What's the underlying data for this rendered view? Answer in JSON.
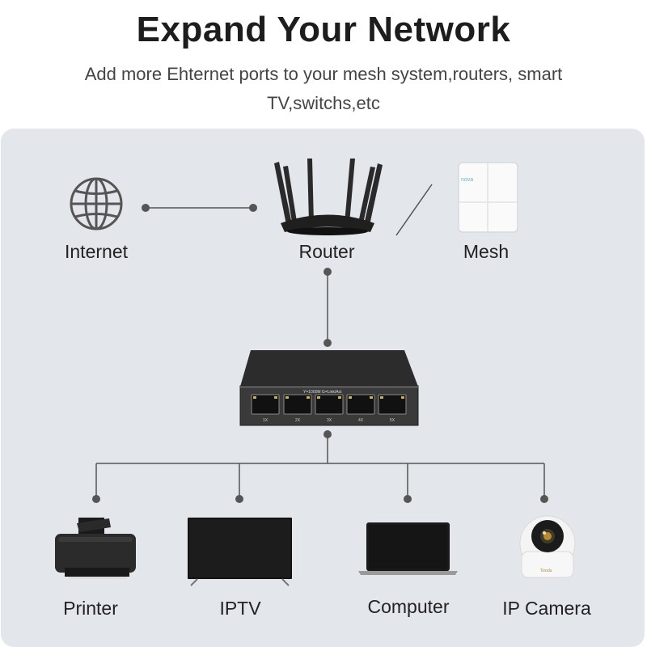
{
  "header": {
    "title": "Expand Your Network",
    "subtitle": "Add more Ehternet ports to your mesh system,routers, smart TV,switchs,etc"
  },
  "nodes": {
    "internet": "Internet",
    "router": "Router",
    "mesh": "Mesh",
    "printer": "Printer",
    "iptv": "IPTV",
    "computer": "Computer",
    "ipcamera": "IP Camera"
  },
  "switch_labels": {
    "header_text": "Y=1000M  G=Link/Act",
    "ports": [
      "1X",
      "2X",
      "3X",
      "4X",
      "5X"
    ]
  },
  "devices": {
    "mesh_brand": "nova",
    "camera_brand": "Tenda"
  },
  "colors": {
    "panel": "#e3e7ec",
    "line": "#555555",
    "dot": "#555555",
    "device_dark": "#1f1f1f"
  },
  "icons": [
    "globe-icon",
    "router-icon",
    "mesh-node-icon",
    "switch-icon",
    "printer-icon",
    "tv-icon",
    "laptop-icon",
    "camera-icon"
  ]
}
